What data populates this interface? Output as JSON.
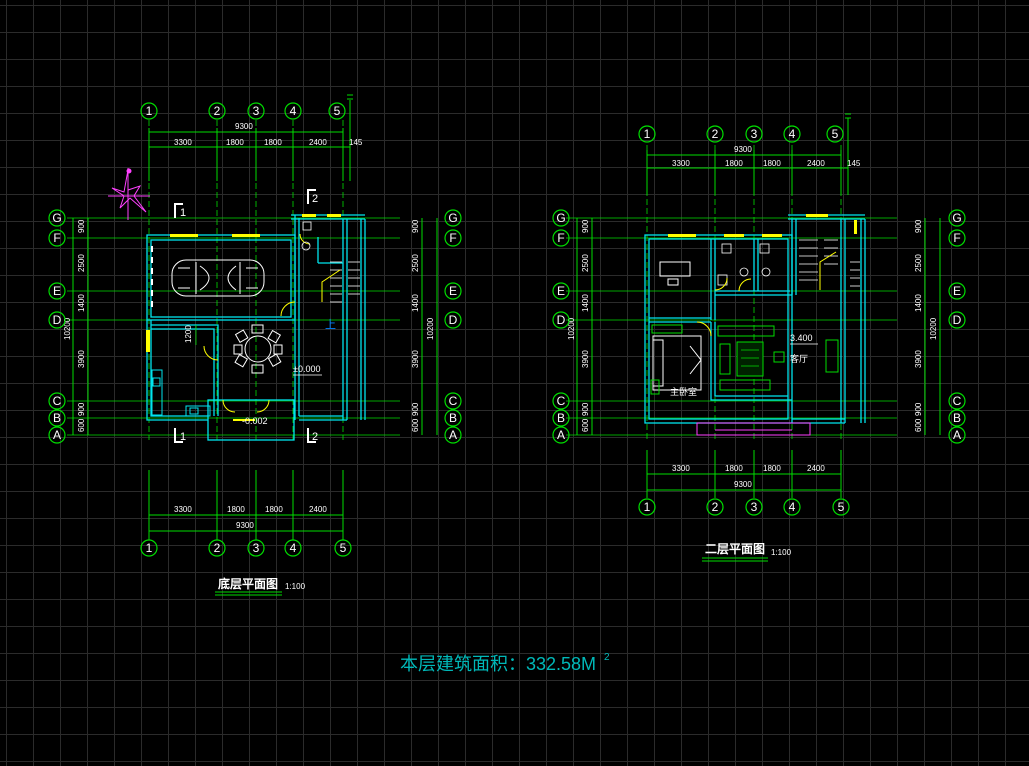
{
  "ground_plan": {
    "title": "底层平面图",
    "scale": "1:100",
    "dims_top_total": "9300",
    "dims_top_segments": [
      "3300",
      "1800",
      "1800",
      "2400"
    ],
    "dims_top_extra": "145",
    "dims_bottom_segments": [
      "3300",
      "1800",
      "1800",
      "2400"
    ],
    "dims_bottom_total": "9300",
    "col_axes": [
      "1",
      "2",
      "3",
      "4",
      "5"
    ],
    "row_axes": [
      "G",
      "F",
      "E",
      "D",
      "C",
      "B",
      "A"
    ],
    "row_dims": [
      "900",
      "2500",
      "1400",
      "3900",
      "900",
      "600"
    ],
    "overall_height": "10200",
    "inner_dim": "1200",
    "elevation_main": "±0.000",
    "elevation_entry": "-0.002",
    "section_mark": "1",
    "section_mark_2": "2",
    "stair_up": "上"
  },
  "second_plan": {
    "title": "二层平面图",
    "scale": "1:100",
    "dims_top_total": "9300",
    "dims_top_segments": [
      "3300",
      "1800",
      "1800",
      "2400"
    ],
    "dims_top_extra": "145",
    "dims_bottom_segments": [
      "3300",
      "1800",
      "1800",
      "2400"
    ],
    "dims_bottom_total": "9300",
    "col_axes": [
      "1",
      "2",
      "3",
      "4",
      "5"
    ],
    "row_axes": [
      "G",
      "F",
      "E",
      "D",
      "C",
      "B",
      "A"
    ],
    "row_dims": [
      "900",
      "2500",
      "1400",
      "3900",
      "900",
      "600"
    ],
    "overall_height": "10200",
    "elevation": "3.400",
    "room_master": "主卧室",
    "room_living": "客厅"
  },
  "area_note": "本层建筑面积：332.58M",
  "area_sup": "2",
  "colors": {
    "background": "#000000",
    "grid": "#2b2b2b",
    "dimension": "#00dd00",
    "wall": "#00e5ee",
    "window": "#ffff00",
    "furniture": "#ffffff",
    "door": "#ffff00",
    "note": "#00b8b8",
    "compass": "#ff40ff"
  }
}
